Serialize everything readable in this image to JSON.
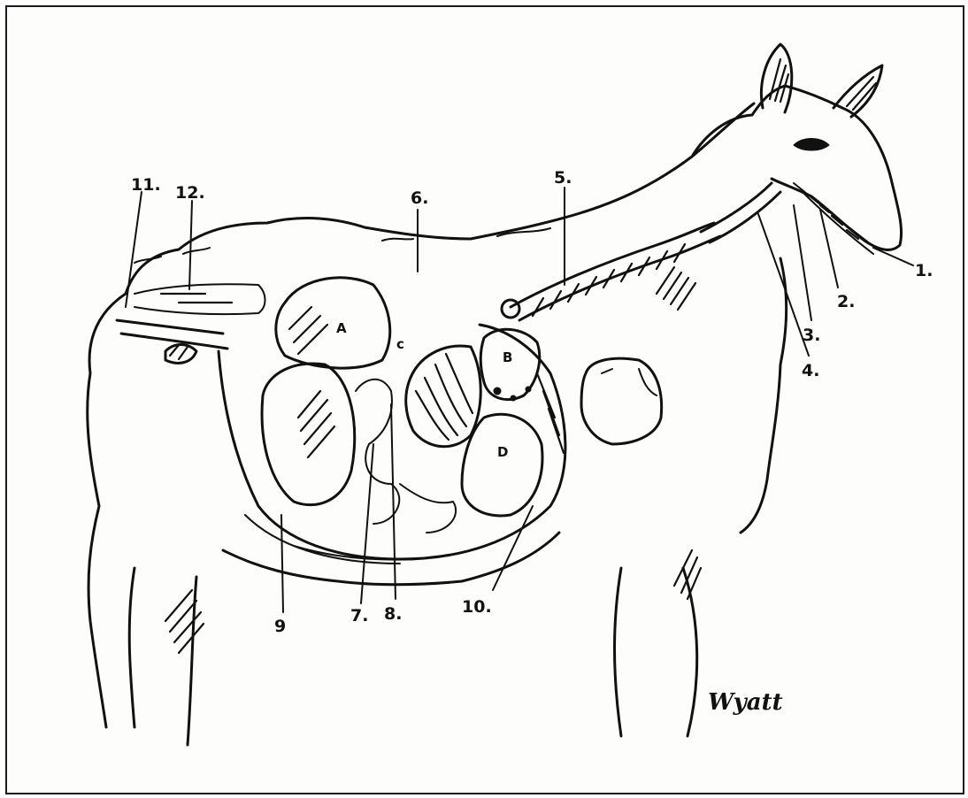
{
  "labels": {
    "n1": "1.",
    "n2": "2.",
    "n3": "3.",
    "n4": "4.",
    "n5": "5.",
    "n6": "6.",
    "n7": "7.",
    "n8": "8.",
    "n9": "9",
    "n10": "10.",
    "n11": "11.",
    "n12": "12.",
    "A": "A",
    "B": "B",
    "C": "c",
    "D": "D"
  },
  "signature": "Wyatt"
}
